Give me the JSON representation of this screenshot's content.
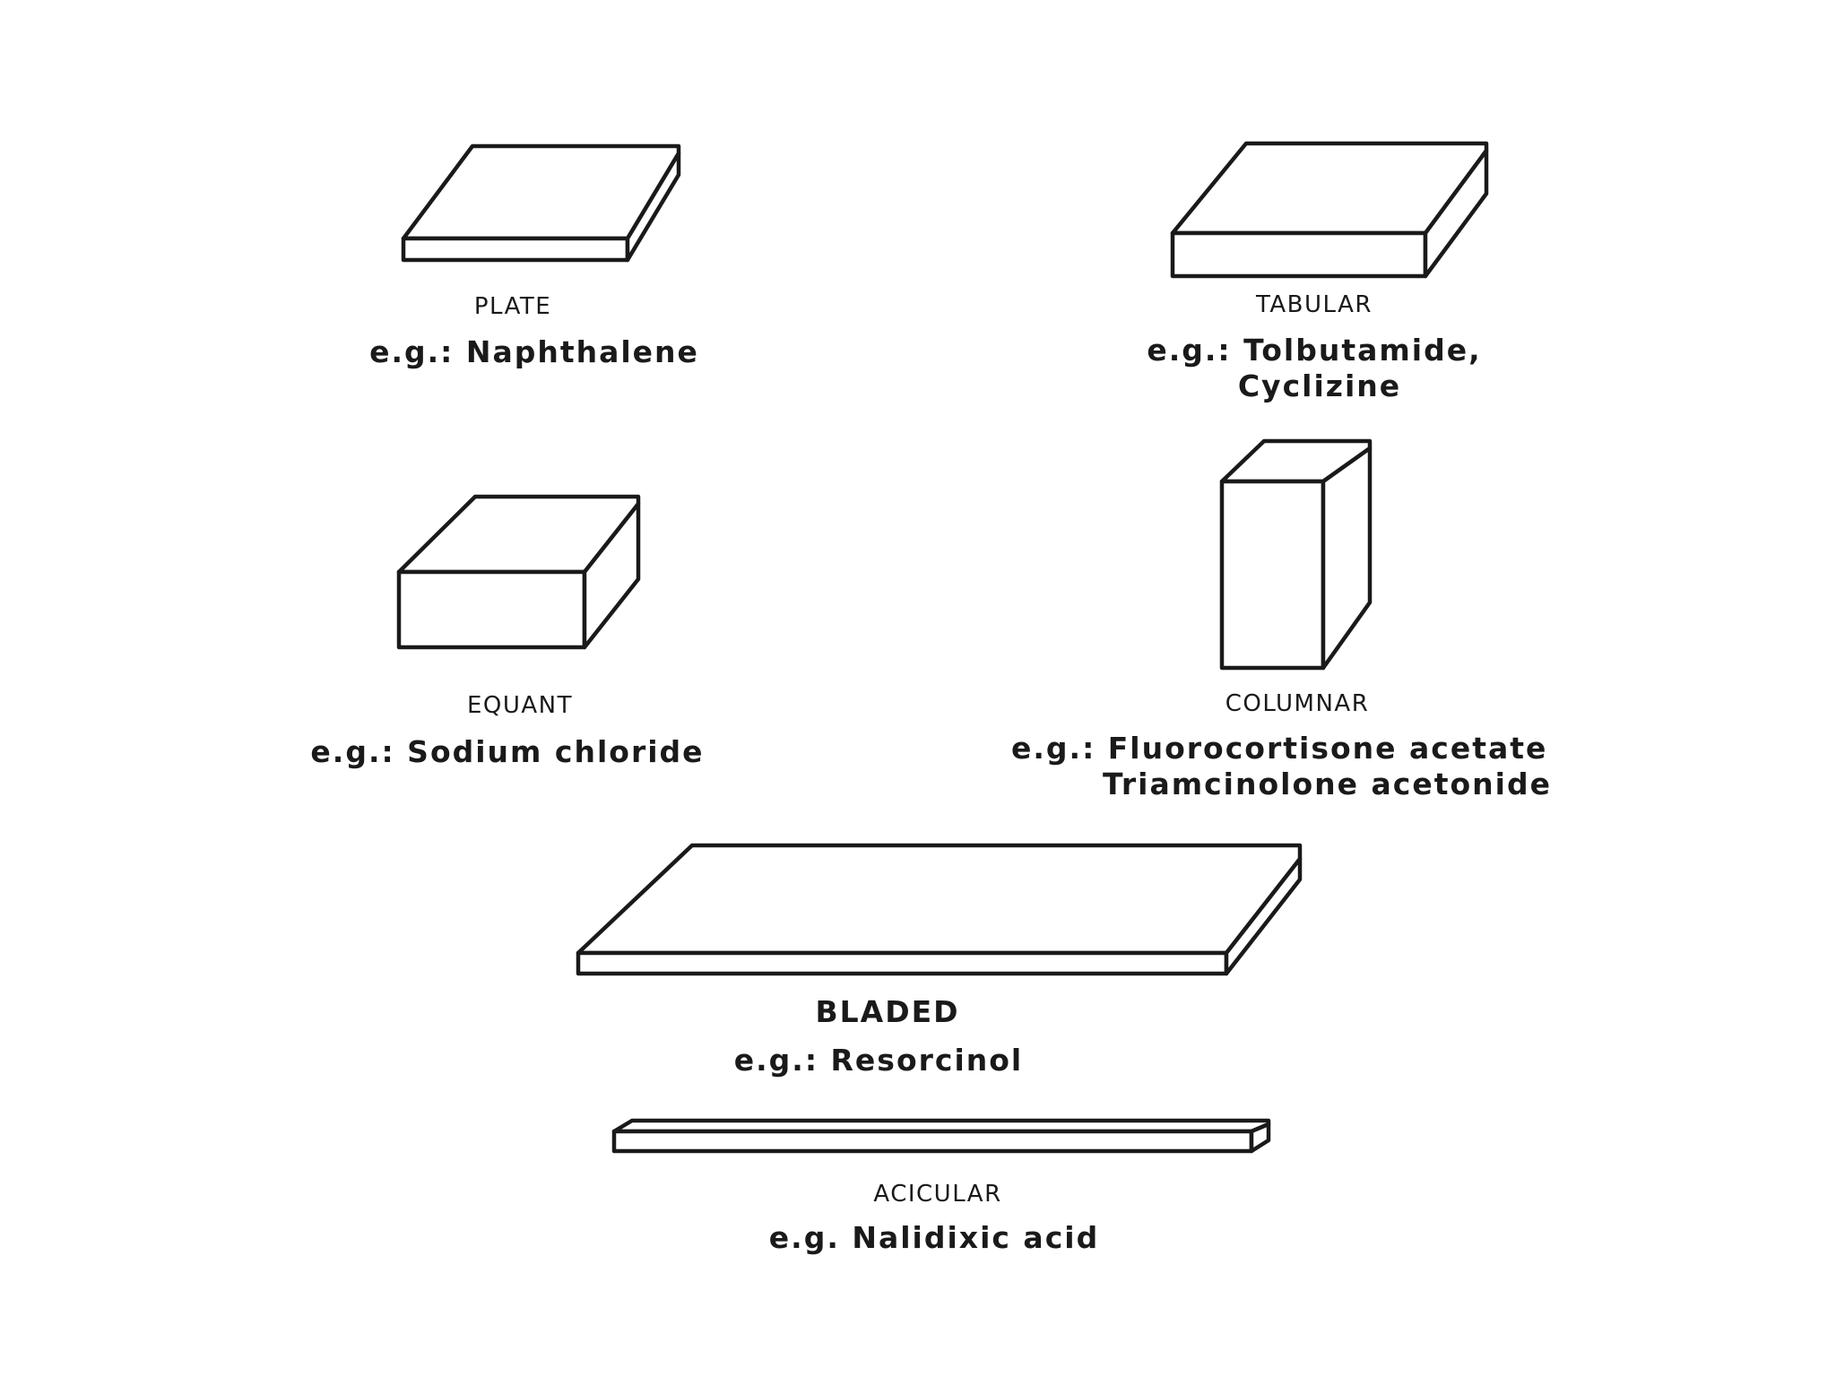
{
  "crystal_habits": [
    {
      "name": "PLATE",
      "example_lines": [
        "e.g.: Naphthalene"
      ]
    },
    {
      "name": "TABULAR",
      "example_lines": [
        "e.g.: Tolbutamide,",
        "Cyclizine"
      ]
    },
    {
      "name": "EQUANT",
      "example_lines": [
        "e.g.: Sodium chloride"
      ]
    },
    {
      "name": "COLUMNAR",
      "example_lines": [
        "e.g.: Fluorocortisone acetate",
        "Triamcinolone acetonide"
      ]
    },
    {
      "name": "BLADED",
      "example_lines": [
        "e.g.: Resorcinol"
      ]
    },
    {
      "name": "ACICULAR",
      "example_lines": [
        "e.g. Nalidixic acid"
      ]
    }
  ]
}
